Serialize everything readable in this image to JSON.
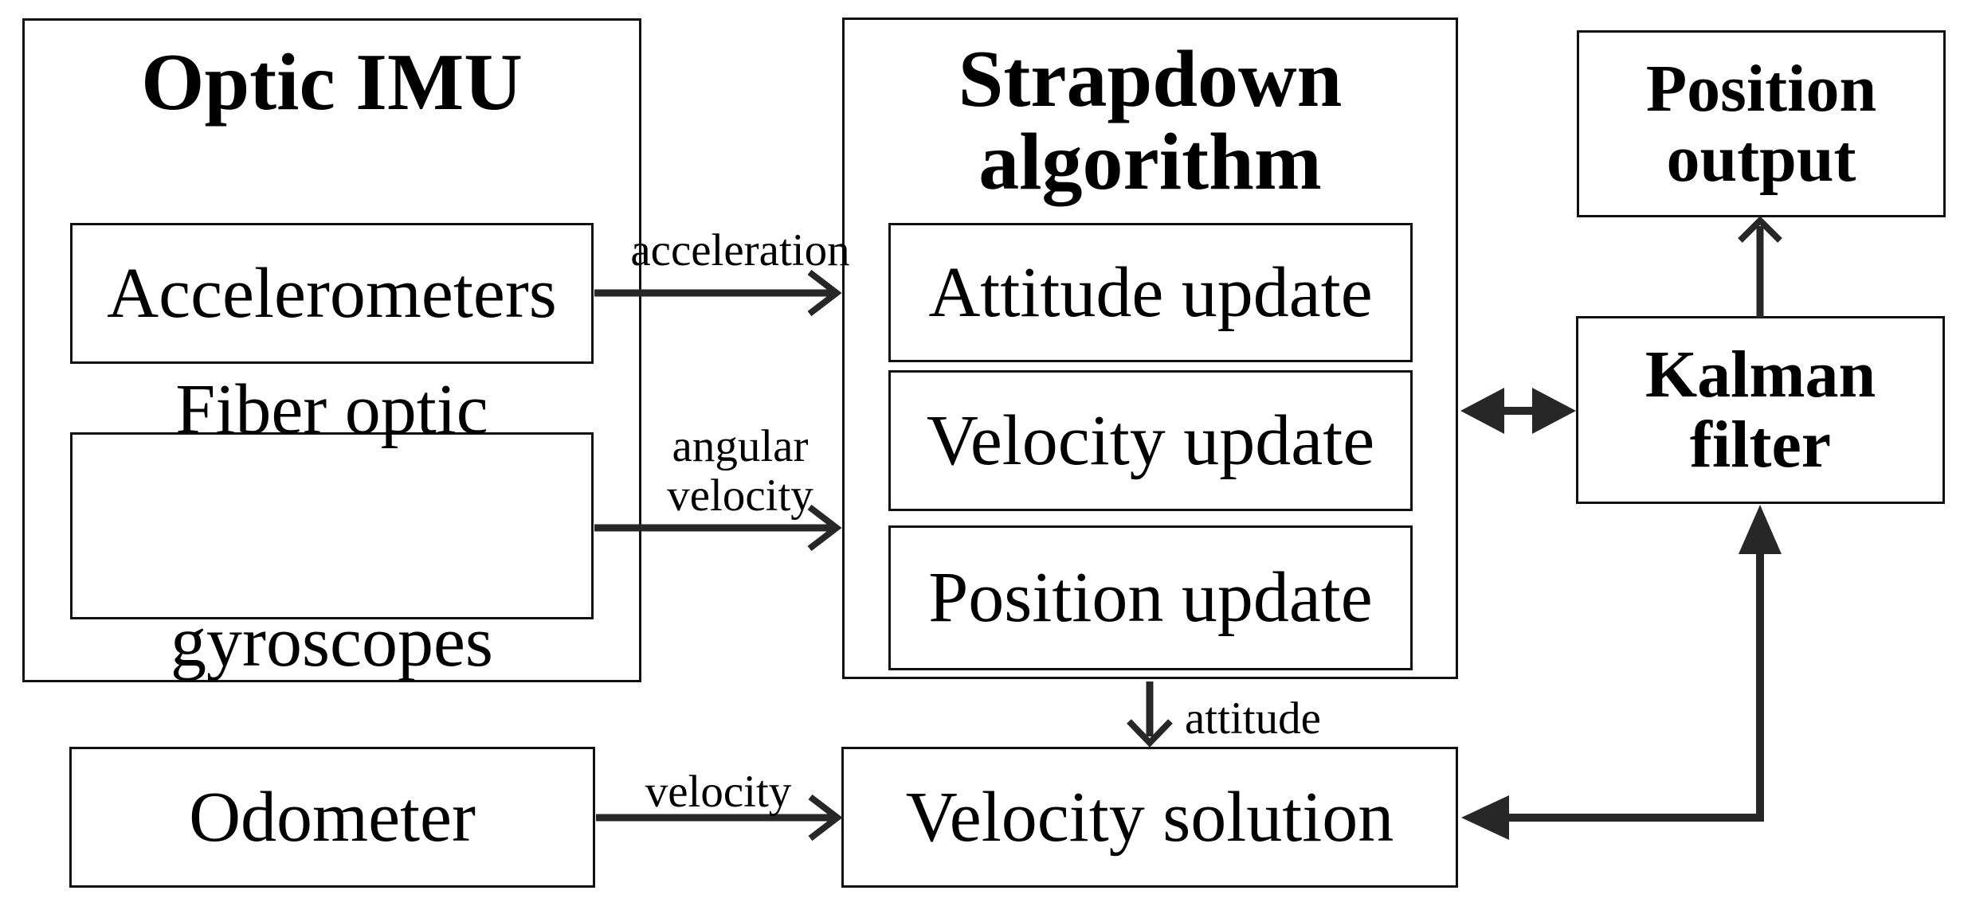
{
  "colors": {
    "background": "#ffffff",
    "box_border": "#111111",
    "arrow": "#272727",
    "text": "#000000"
  },
  "boxes": {
    "optic_imu": {
      "title": "Optic IMU"
    },
    "accelerometers": {
      "label": "Accelerometers"
    },
    "fiber_optic_gyroscopes": {
      "line1": "Fiber optic",
      "line2": "gyroscopes"
    },
    "odometer": {
      "label": "Odometer"
    },
    "strapdown": {
      "title_line1": "Strapdown",
      "title_line2": "algorithm"
    },
    "attitude_update": {
      "label": "Attitude update"
    },
    "velocity_update": {
      "label": "Velocity update"
    },
    "position_update": {
      "label": "Position update"
    },
    "velocity_solution": {
      "label": "Velocity solution"
    },
    "position_output": {
      "line1": "Position",
      "line2": "output"
    },
    "kalman_filter": {
      "line1": "Kalman",
      "line2": "filter"
    }
  },
  "edge_labels": {
    "acceleration": "acceleration",
    "angular_velocity_line1": "angular",
    "angular_velocity_line2": "velocity",
    "velocity": "velocity",
    "attitude": "attitude"
  },
  "edges": [
    {
      "from": "Accelerometers",
      "to": "Strapdown algorithm",
      "label": "acceleration",
      "style": "chevron-arrow"
    },
    {
      "from": "Fiber optic gyroscopes",
      "to": "Strapdown algorithm",
      "label": "angular velocity",
      "style": "chevron-arrow"
    },
    {
      "from": "Strapdown algorithm",
      "to": "Kalman filter",
      "label": "",
      "style": "double-headed-solid-arrow"
    },
    {
      "from": "Kalman filter",
      "to": "Position output",
      "label": "",
      "style": "chevron-arrow"
    },
    {
      "from": "Strapdown algorithm",
      "to": "Velocity solution",
      "label": "attitude",
      "style": "chevron-arrow"
    },
    {
      "from": "Odometer",
      "to": "Velocity solution",
      "label": "velocity",
      "style": "chevron-arrow"
    },
    {
      "from": "Kalman filter",
      "to": "Velocity solution",
      "label": "",
      "style": "double-headed-solid-elbow"
    }
  ]
}
